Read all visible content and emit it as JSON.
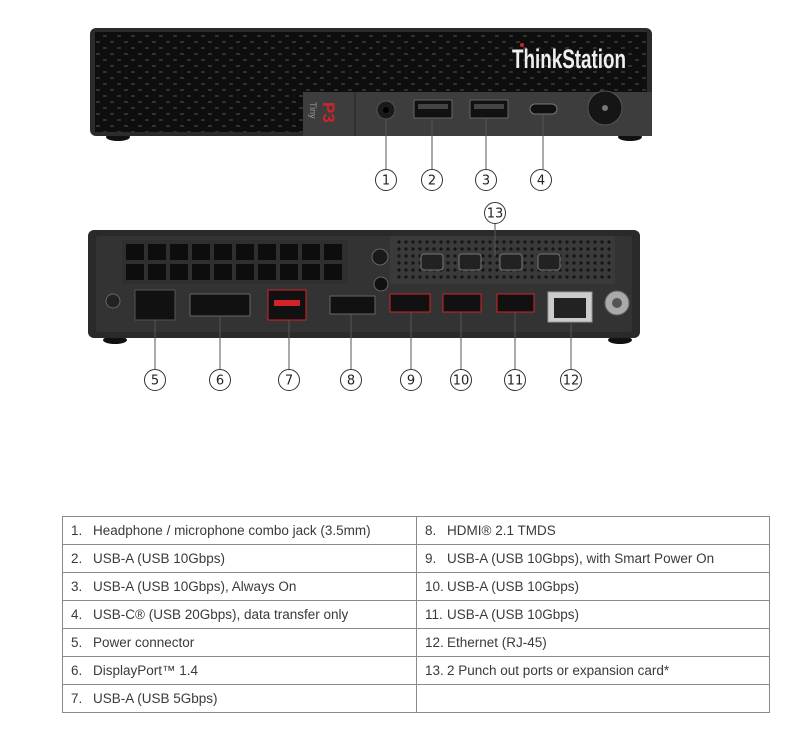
{
  "front": {
    "brand_logo": "ThinkStation",
    "model_badge": "P3",
    "model_sub": "Tiny",
    "callouts": [
      "1",
      "2",
      "3",
      "4"
    ]
  },
  "rear": {
    "callouts": [
      "5",
      "6",
      "7",
      "8",
      "9",
      "10",
      "11",
      "12",
      "13"
    ]
  },
  "legend": {
    "rows": [
      [
        {
          "num": "1.",
          "label": "Headphone / microphone combo jack (3.5mm)"
        },
        {
          "num": "8.",
          "label": "HDMI® 2.1 TMDS"
        }
      ],
      [
        {
          "num": "2.",
          "label": "USB-A (USB 10Gbps)"
        },
        {
          "num": "9.",
          "label": "USB-A (USB 10Gbps), with Smart Power On"
        }
      ],
      [
        {
          "num": "3.",
          "label": "USB-A (USB 10Gbps), Always On"
        },
        {
          "num": "10.",
          "label": "USB-A (USB 10Gbps)"
        }
      ],
      [
        {
          "num": "4.",
          "label": "USB-C® (USB 20Gbps), data transfer only"
        },
        {
          "num": "11.",
          "label": "USB-A (USB 10Gbps)"
        }
      ],
      [
        {
          "num": "5.",
          "label": "Power connector"
        },
        {
          "num": "12.",
          "label": "Ethernet (RJ-45)"
        }
      ],
      [
        {
          "num": "6.",
          "label": "DisplayPort™ 1.4"
        },
        {
          "num": "13.",
          "label": "2 Punch out ports or expansion card*"
        }
      ],
      [
        {
          "num": "7.",
          "label": "USB-A (USB 5Gbps)"
        },
        {
          "num": "",
          "label": ""
        }
      ]
    ]
  },
  "colors": {
    "chassis": "#2a2a2a",
    "panel": "#3c3c3c",
    "accent": "#d2232a"
  }
}
